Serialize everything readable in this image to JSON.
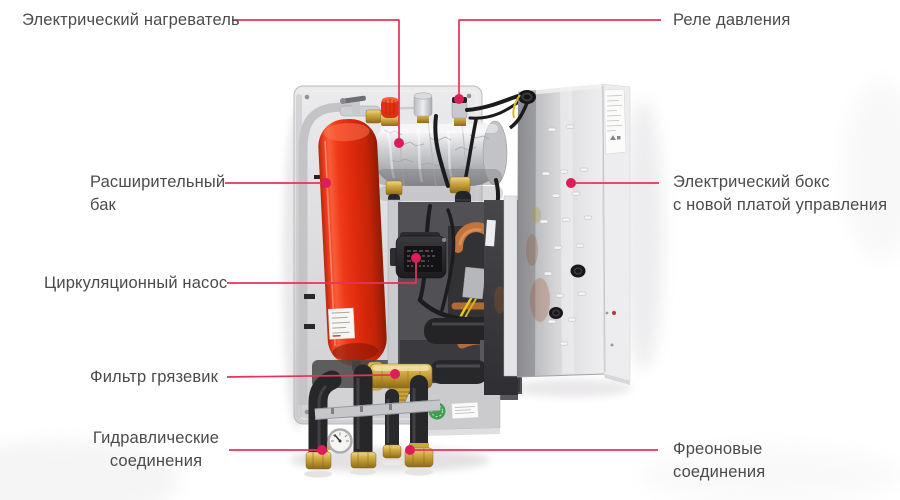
{
  "annotations": {
    "electric_heater": {
      "label": "Электрический нагреватель"
    },
    "pressure_relay": {
      "label": "Реле давления"
    },
    "expansion_tank": {
      "label_line1": "Расширительный",
      "label_line2": "бак"
    },
    "electric_box": {
      "label_line1": "Электрический бокс",
      "label_line2": "с новой платой управления"
    },
    "circulation_pump": {
      "label": "Циркуляционный насос"
    },
    "dirt_filter": {
      "label": "Фильтр грязевик"
    },
    "hydraulic_connections": {
      "label_line1": "Гидравлические",
      "label_line2": "соединения"
    },
    "freon_connections": {
      "label_line1": "Фреоновые",
      "label_line2": "соединения"
    }
  },
  "colors": {
    "annotation_line": "#e73358",
    "annotation_dot": "#dd1d5a",
    "label_text": "#4b4b4d",
    "tank_red": "#e23012",
    "brass": "#c9a23c",
    "copper": "#b76e3a",
    "metal_light": "#d9d9db",
    "background": "#ffffff"
  }
}
